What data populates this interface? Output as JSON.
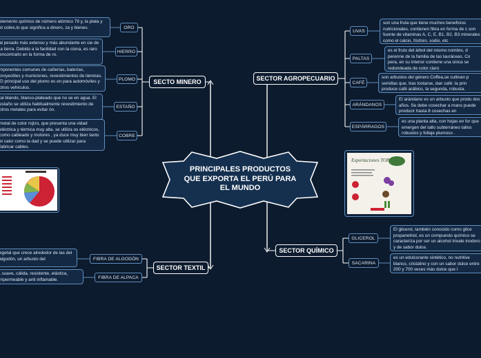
{
  "central_topic": "PRINCIPALES PRODUCTOS QUE EXPORTA EL PERÚ PARA EL MUNDO",
  "colors": {
    "background": "#0d1b2e",
    "line": "#ffffff",
    "subline": "#5f8fbf",
    "note_bg": "#142944"
  },
  "branches": {
    "mining": {
      "label": "SECTO MINERO",
      "items": [
        {
          "label": "ORO",
          "note": "elemento químico de número atómico 79 y, la plata y el cobre,lo que significa a  dinero, za y bienes."
        },
        {
          "label": "HIERRO",
          "note": "al pesado más extenso y más abundante en cie de la tierra. Debido a la facilidad con la ciona, es raro encontrarlo en la forma de ro."
        },
        {
          "label": "PLOMO",
          "note": "mponentes comunes de cañerías, baterías, proyectiles y municiones, revestimientos de láminas. El principal uso del plomo es en para automóviles y otros vehículos."
        },
        {
          "label": "ESTAÑO",
          "note": "tal blando, blanco-plateado que no se en agua. El estaño se utiliza habitualmente revestimiento de otros metales para evitar ón."
        },
        {
          "label": "COBRE",
          "note": "metal de color rojizo, que presenta una vidad eléctrica y térmica muy alta, se utiliza os eléctricos, como cableado y motores , ya duce muy bien tanto el calor como la dad y se puede utilizar para fabricar cables."
        }
      ]
    },
    "agriculture": {
      "label": "SECTOR AGROPECUARIO",
      "items": [
        {
          "label": "UVAS",
          "note": " son una fruta que tiene muchos beneficios nutricionales, contienen fibra en forma de c son fuente de vitaminas A, C, E, B1, B2, B3 minerales como el calcio, fósforo, sodio, etc"
        },
        {
          "label": "PALTAS",
          "note": " es el fruto del árbol del mismo nombre, d perenne de la familia de las lauráceas. Co pera, en su interior contiene una única se redondeada de color claro"
        },
        {
          "label": "CAFÉ",
          "note": "son arbustos del género Coffea,se cultivan p semillas que, tras tostarse, dan café: la prin produce café arábico, la segunda, robusta."
        },
        {
          "label": "ARÁNDANOS",
          "note": "El arándano es un arbusto que produ dos años. Se debe cosechar a mano puede producir hasta 8 cosechas en"
        },
        {
          "label": "ESPÁRRAGOS",
          "note": "es una planta alta, con hojas en for que emergen del tallo subterráneo tallos robustos y follaje plumoso ."
        }
      ]
    },
    "chemical": {
      "label": "SECTOR QUÍMICO",
      "items": [
        {
          "label": "GLICEROL",
          "note": "El glicerol, también conocido como glice propanetriol, es un compuesto químico se caracteriza por ser un alcohol trivale inodoro y de sabor dulce."
        },
        {
          "label": "SACARINA",
          "note": "es un edulcorante sintético, no nutritive blanco, cristalino y con un sabor dulce entre 200 y 700 veces más dulce que l"
        }
      ]
    },
    "textile": {
      "label": "SECTOR TEXTIL",
      "items": [
        {
          "label": "FIBRA DE ALGODÓN",
          "note": "egetal que crece alrededor de las del algodón, un arbusto del"
        },
        {
          "label": "FIBRA DE ALPACA",
          "note": ", suave, cálida, resistente, elástica, mpermeable y anti inflamable."
        }
      ]
    }
  },
  "images": {
    "exports_chart_thumbnail": {
      "icon": "pie-chart-thumbnail"
    },
    "top_exports_poster": {
      "title": "Exportaciones TOP",
      "icon": "poster-thumbnail"
    }
  }
}
